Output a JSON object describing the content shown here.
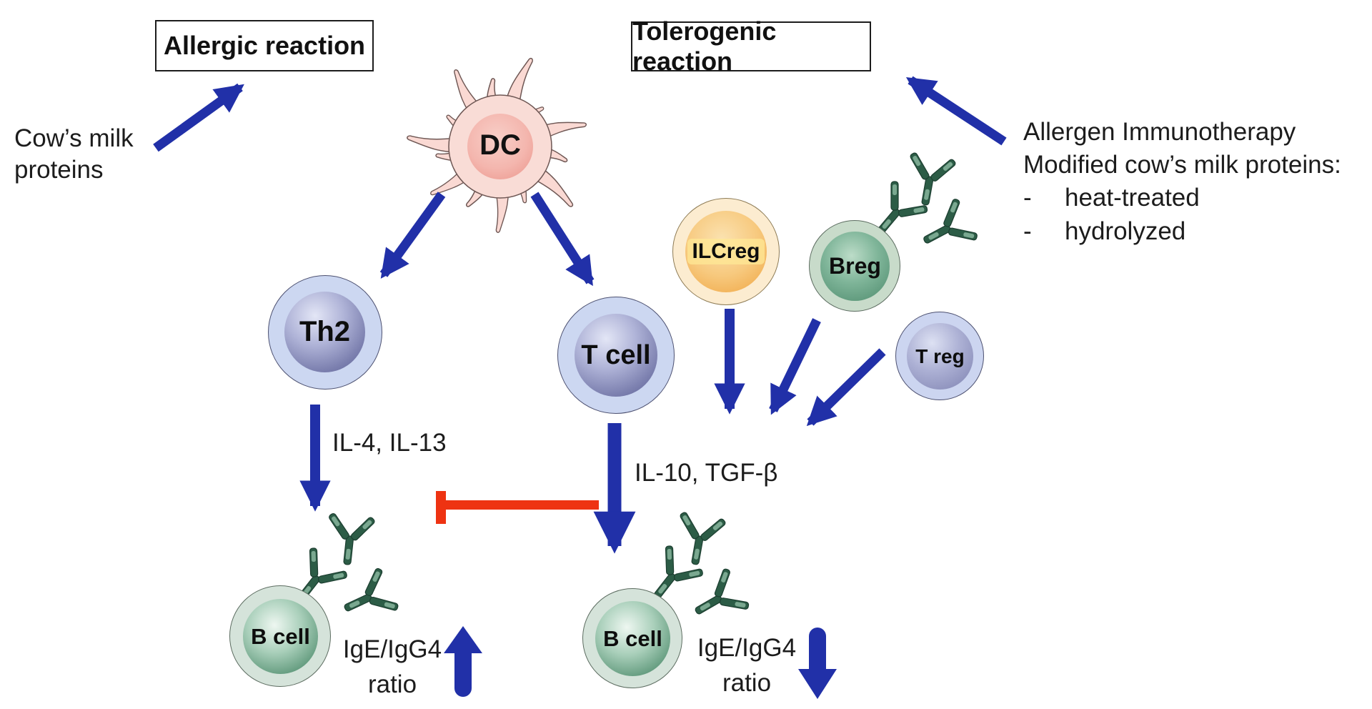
{
  "diagram": {
    "background": "#ffffff",
    "colors": {
      "arrow_blue": "#2130a8",
      "inhibit_red": "#ee3312",
      "antibody_green": "#2c5c46",
      "box_border": "#1c1c1c"
    },
    "headers": {
      "allergic": "Allergic reaction",
      "tolerogenic": "Tolerogenic reaction"
    },
    "left_input": {
      "line1": "Cow’s milk",
      "line2": "proteins"
    },
    "right_input": {
      "line1": "Allergen Immunotherapy",
      "line2": "Modified cow’s milk proteins:",
      "bullets": [
        {
          "dash": "-",
          "text": "heat-treated"
        },
        {
          "dash": "-",
          "text": "hydrolyzed"
        }
      ]
    },
    "cells": {
      "dc": "DC",
      "th2": "Th2",
      "tcell": "T cell",
      "ilcreg": "ILCreg",
      "breg": "Breg",
      "treg": "T reg",
      "bcell_left": "B cell",
      "bcell_right": "B cell"
    },
    "cytokines": {
      "allergic": "IL-4, IL-13",
      "tolerogenic": "IL-10, TGF-β"
    },
    "ratios": {
      "left": {
        "line1": "IgE/IgG4",
        "line2": "ratio",
        "direction": "up"
      },
      "right": {
        "line1": "IgE/IgG4",
        "line2": "ratio",
        "direction": "down"
      }
    }
  }
}
